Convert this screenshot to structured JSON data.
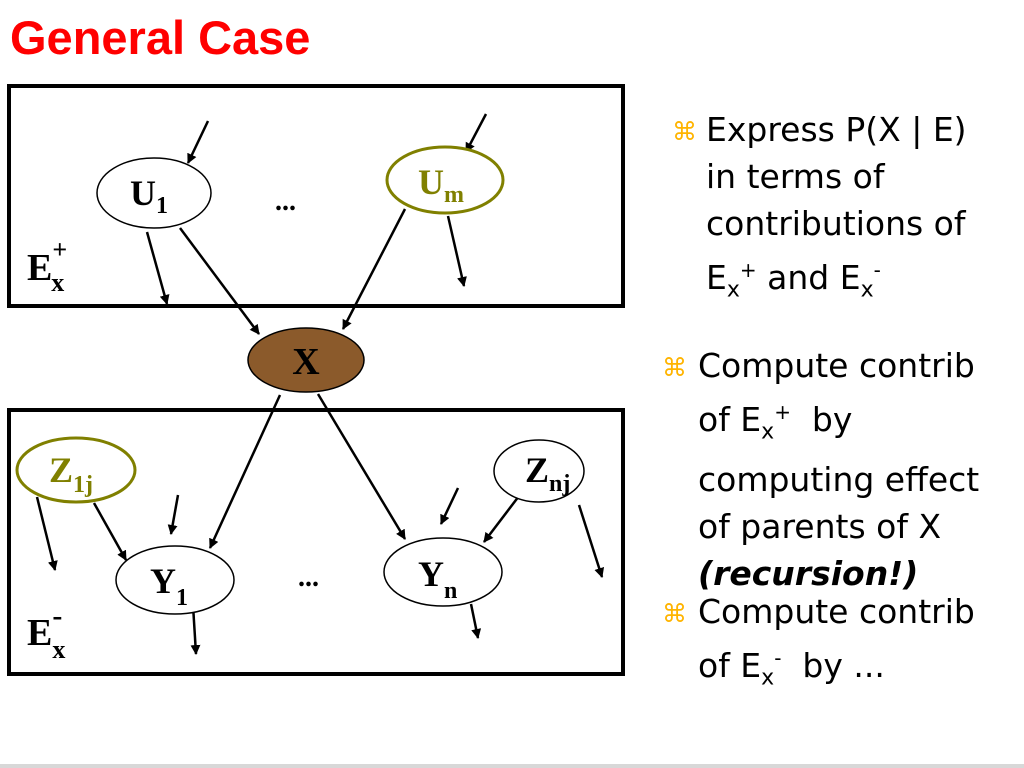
{
  "slide": {
    "title": "General Case"
  },
  "diagram": {
    "evidence_plus": {
      "base": "E",
      "sub": "x",
      "sup": "+"
    },
    "evidence_minus": {
      "base": "E",
      "sub": "x",
      "sup": "-"
    },
    "nodes": {
      "u1": {
        "base": "U",
        "sub": "1"
      },
      "um": {
        "base": "U",
        "sub": "m"
      },
      "x": {
        "base": "X"
      },
      "z1j": {
        "base": "Z",
        "sub": "1j"
      },
      "znj": {
        "base": "Z",
        "sub": "nj"
      },
      "y1": {
        "base": "Y",
        "sub": "1"
      },
      "yn": {
        "base": "Y",
        "sub": "n"
      }
    },
    "ellipsis_top": "...",
    "ellipsis_bottom": "...",
    "colors": {
      "x_fill": "#8b5a2b",
      "highlight": "#808000",
      "title": "#ff0000",
      "bullet_mark": "#ffb400"
    }
  },
  "bullets": [
    {
      "mark": "⌘",
      "line1": "Express P(X | E)",
      "line2": "in terms of",
      "line3": "contributions of",
      "line4_a": "E",
      "line4_sub_a": "x",
      "line4_sup_a": "+",
      "line4_mid": " and E",
      "line4_sub_b": "x",
      "line4_sup_b": "-"
    },
    {
      "mark": "⌘",
      "line1": "Compute contrib",
      "line2_a": "of E",
      "line2_sub": "x",
      "line2_sup": "+",
      "line2_b": "  by",
      "line3": "computing effect",
      "line4": "of parents of X",
      "line5": "(recursion!)"
    },
    {
      "mark": "⌘",
      "line1": "Compute contrib",
      "line2_a": "of E",
      "line2_sub": "x",
      "line2_sup": "-",
      "line2_b": "  by ..."
    }
  ]
}
